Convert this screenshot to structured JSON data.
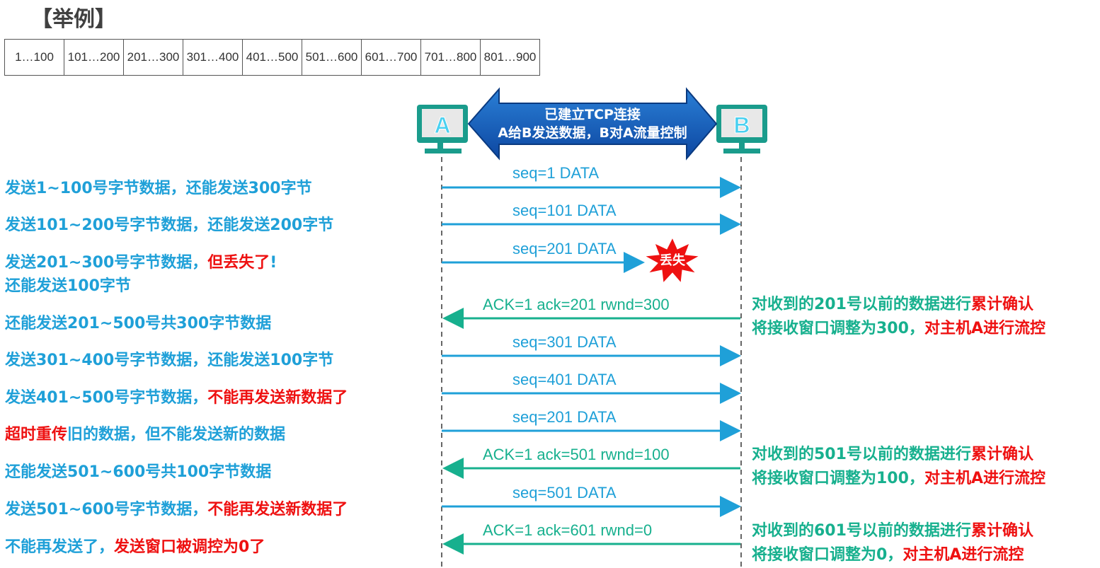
{
  "title": "【举例】",
  "byte_ranges": [
    "1…100",
    "101…200",
    "201…300",
    "301…400",
    "401…500",
    "501…600",
    "601…700",
    "701…800",
    "801…900"
  ],
  "hosts": {
    "a": "A",
    "b": "B"
  },
  "connection": {
    "line1": "已建立TCP连接",
    "line2": "A给B发送数据，B对A流量控制"
  },
  "lost_label": "丢失",
  "messages": [
    {
      "label": "seq=1   DATA"
    },
    {
      "label": "seq=101   DATA"
    },
    {
      "label": "seq=201   DATA"
    },
    {
      "label": "ACK=1   ack=201    rwnd=300"
    },
    {
      "label": "seq=301   DATA"
    },
    {
      "label": "seq=401   DATA"
    },
    {
      "label": "seq=201   DATA"
    },
    {
      "label": "ACK=1   ack=501    rwnd=100"
    },
    {
      "label": "seq=501   DATA"
    },
    {
      "label": "ACK=1   ack=601    rwnd=0"
    }
  ],
  "left_notes": [
    {
      "blue": "发送1~100号字节数据，还能发送300字节"
    },
    {
      "blue": "发送101~200号字节数据，还能发送200字节"
    },
    {
      "blue": "发送201~300号字节数据，",
      "red": "但丢失了",
      "tail": "!"
    },
    {
      "blue": "还能发送100字节"
    },
    {
      "blue": "还能发送201~500号共300字节数据"
    },
    {
      "blue": "发送301~400号字节数据，还能发送100字节"
    },
    {
      "blue": "发送401~500号字节数据，",
      "red": "不能再发送新数据了"
    },
    {
      "red": "超时重传",
      "blue": "旧的数据，但不能发送新的数据"
    },
    {
      "blue": "还能发送501~600号共100字节数据"
    },
    {
      "blue": "发送501~600号字节数据，",
      "red": "不能再发送新数据了"
    },
    {
      "blue": "不能再发送了，",
      "red": "发送窗口被调控为0了"
    }
  ],
  "right_notes": [
    {
      "l1a": "对收到的201号以前的数据进行",
      "l1b": "累计确认",
      "l2a": "将接收窗口调整为300，",
      "l2b": "对主机A进行流控"
    },
    {
      "l1a": "对收到的501号以前的数据进行",
      "l1b": "累计确认",
      "l2a": "将接收窗口调整为100，",
      "l2b": "对主机A进行流控"
    },
    {
      "l1a": "对收到的601号以前的数据进行",
      "l1b": "累计确认",
      "l2a": "将接收窗口调整为0，",
      "l2b": "对主机A进行流控"
    }
  ],
  "colors": {
    "blue": "#1fa0d8",
    "green": "#17b08e",
    "red": "#ee1111",
    "dark_blue": "#1565c0"
  }
}
